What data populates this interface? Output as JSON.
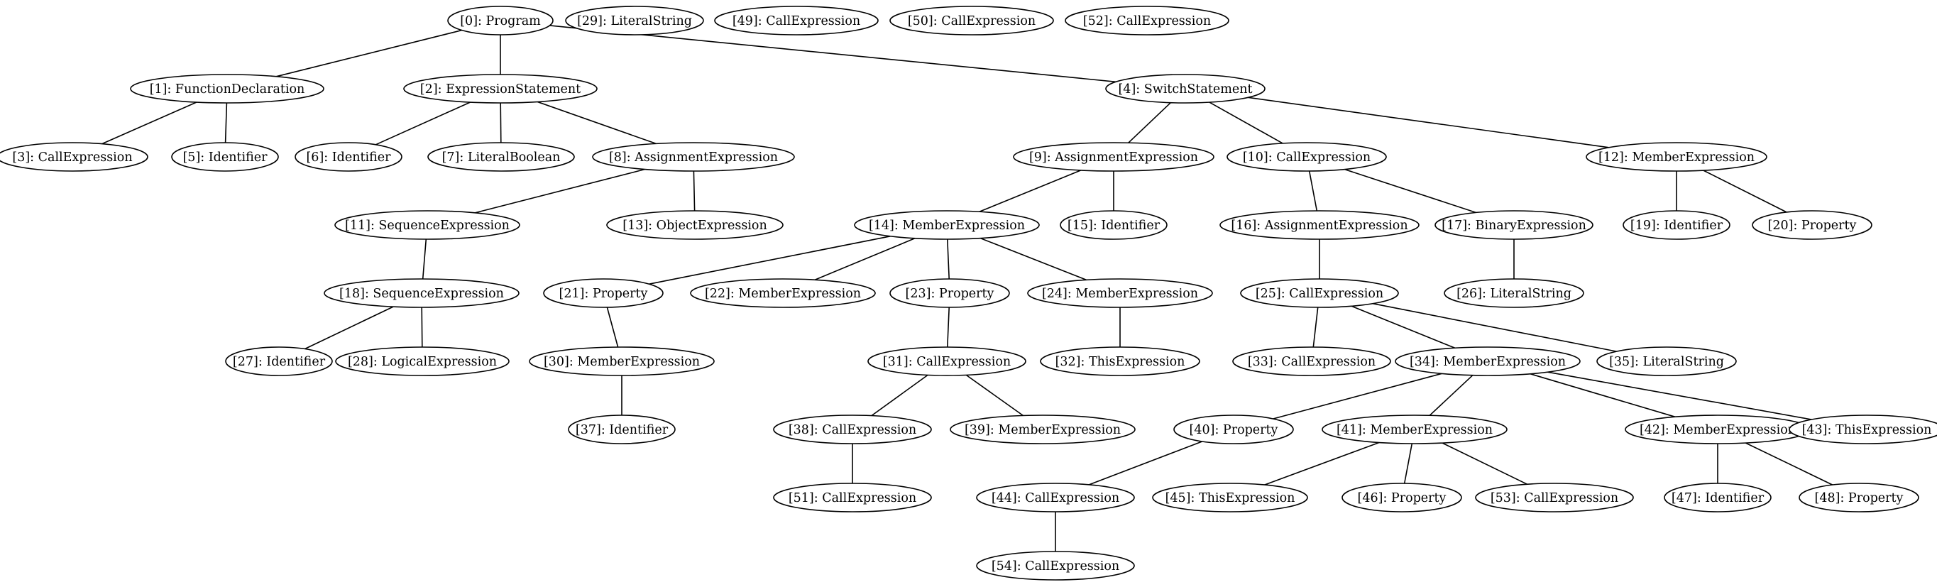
{
  "graph": {
    "nodes": [
      {
        "id": 0,
        "label": "[0]: Program"
      },
      {
        "id": 29,
        "label": "[29]: LiteralString"
      },
      {
        "id": 49,
        "label": "[49]: CallExpression"
      },
      {
        "id": 50,
        "label": "[50]: CallExpression"
      },
      {
        "id": 52,
        "label": "[52]: CallExpression"
      },
      {
        "id": 1,
        "label": "[1]: FunctionDeclaration"
      },
      {
        "id": 2,
        "label": "[2]: ExpressionStatement"
      },
      {
        "id": 4,
        "label": "[4]: SwitchStatement"
      },
      {
        "id": 3,
        "label": "[3]: CallExpression"
      },
      {
        "id": 5,
        "label": "[5]: Identifier"
      },
      {
        "id": 6,
        "label": "[6]: Identifier"
      },
      {
        "id": 7,
        "label": "[7]: LiteralBoolean"
      },
      {
        "id": 8,
        "label": "[8]: AssignmentExpression"
      },
      {
        "id": 9,
        "label": "[9]: AssignmentExpression"
      },
      {
        "id": 10,
        "label": "[10]: CallExpression"
      },
      {
        "id": 12,
        "label": "[12]: MemberExpression"
      },
      {
        "id": 11,
        "label": "[11]: SequenceExpression"
      },
      {
        "id": 13,
        "label": "[13]: ObjectExpression"
      },
      {
        "id": 14,
        "label": "[14]: MemberExpression"
      },
      {
        "id": 15,
        "label": "[15]: Identifier"
      },
      {
        "id": 16,
        "label": "[16]: AssignmentExpression"
      },
      {
        "id": 17,
        "label": "[17]: BinaryExpression"
      },
      {
        "id": 19,
        "label": "[19]: Identifier"
      },
      {
        "id": 20,
        "label": "[20]: Property"
      },
      {
        "id": 18,
        "label": "[18]: SequenceExpression"
      },
      {
        "id": 21,
        "label": "[21]: Property"
      },
      {
        "id": 22,
        "label": "[22]: MemberExpression"
      },
      {
        "id": 23,
        "label": "[23]: Property"
      },
      {
        "id": 24,
        "label": "[24]: MemberExpression"
      },
      {
        "id": 25,
        "label": "[25]: CallExpression"
      },
      {
        "id": 26,
        "label": "[26]: LiteralString"
      },
      {
        "id": 27,
        "label": "[27]: Identifier"
      },
      {
        "id": 28,
        "label": "[28]: LogicalExpression"
      },
      {
        "id": 30,
        "label": "[30]: MemberExpression"
      },
      {
        "id": 31,
        "label": "[31]: CallExpression"
      },
      {
        "id": 32,
        "label": "[32]: ThisExpression"
      },
      {
        "id": 33,
        "label": "[33]: CallExpression"
      },
      {
        "id": 34,
        "label": "[34]: MemberExpression"
      },
      {
        "id": 35,
        "label": "[35]: LiteralString"
      },
      {
        "id": 37,
        "label": "[37]: Identifier"
      },
      {
        "id": 38,
        "label": "[38]: CallExpression"
      },
      {
        "id": 39,
        "label": "[39]: MemberExpression"
      },
      {
        "id": 40,
        "label": "[40]: Property"
      },
      {
        "id": 41,
        "label": "[41]: MemberExpression"
      },
      {
        "id": 42,
        "label": "[42]: MemberExpression"
      },
      {
        "id": 43,
        "label": "[43]: ThisExpression"
      },
      {
        "id": 51,
        "label": "[51]: CallExpression"
      },
      {
        "id": 44,
        "label": "[44]: CallExpression"
      },
      {
        "id": 45,
        "label": "[45]: ThisExpression"
      },
      {
        "id": 46,
        "label": "[46]: Property"
      },
      {
        "id": 53,
        "label": "[53]: CallExpression"
      },
      {
        "id": 47,
        "label": "[47]: Identifier"
      },
      {
        "id": 48,
        "label": "[48]: Property"
      },
      {
        "id": 54,
        "label": "[54]: CallExpression"
      }
    ],
    "edges": [
      [
        0,
        1
      ],
      [
        0,
        2
      ],
      [
        0,
        4
      ],
      [
        1,
        3
      ],
      [
        1,
        5
      ],
      [
        2,
        6
      ],
      [
        2,
        7
      ],
      [
        2,
        8
      ],
      [
        4,
        9
      ],
      [
        4,
        10
      ],
      [
        4,
        12
      ],
      [
        8,
        11
      ],
      [
        8,
        13
      ],
      [
        9,
        14
      ],
      [
        9,
        15
      ],
      [
        10,
        16
      ],
      [
        10,
        17
      ],
      [
        12,
        19
      ],
      [
        12,
        20
      ],
      [
        11,
        18
      ],
      [
        14,
        21
      ],
      [
        14,
        22
      ],
      [
        14,
        23
      ],
      [
        14,
        24
      ],
      [
        16,
        25
      ],
      [
        17,
        26
      ],
      [
        18,
        27
      ],
      [
        18,
        28
      ],
      [
        21,
        30
      ],
      [
        23,
        31
      ],
      [
        24,
        32
      ],
      [
        25,
        33
      ],
      [
        25,
        34
      ],
      [
        25,
        35
      ],
      [
        30,
        37
      ],
      [
        31,
        38
      ],
      [
        31,
        39
      ],
      [
        34,
        40
      ],
      [
        34,
        41
      ],
      [
        34,
        42
      ],
      [
        34,
        43
      ],
      [
        38,
        51
      ],
      [
        40,
        44
      ],
      [
        41,
        45
      ],
      [
        41,
        46
      ],
      [
        41,
        53
      ],
      [
        42,
        47
      ],
      [
        42,
        48
      ],
      [
        44,
        54
      ]
    ]
  }
}
